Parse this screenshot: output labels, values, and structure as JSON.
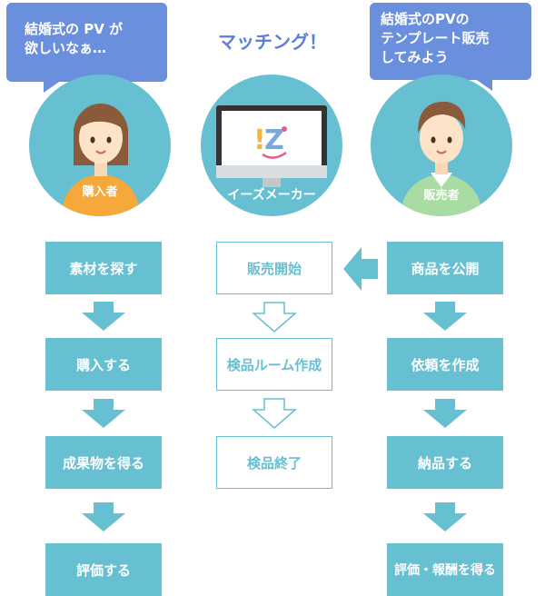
{
  "header": {
    "title": "マッチング！"
  },
  "buyer": {
    "speech": [
      "結婚式の PV が",
      "欲しいなぁ…"
    ],
    "label": "購入者",
    "steps": [
      "素材を探す",
      "購入する",
      "成果物を得る",
      "評価する"
    ]
  },
  "platform": {
    "logo_text": "!Z",
    "label": "イーズメーカー",
    "steps": [
      "販売開始",
      "検品ルーム作成",
      "検品終了"
    ]
  },
  "seller": {
    "speech": [
      "結婚式のPVの",
      "テンプレート販売",
      "してみよう"
    ],
    "label": "販売者",
    "steps": [
      "商品を公開",
      "依頼を作成",
      "納品する",
      "評価・報酬を得る"
    ]
  },
  "colors": {
    "teal": "#67bfd2",
    "bubble": "#6a8fdc",
    "buyer_shirt": "#f6a83a",
    "seller_shirt": "#a8dca2"
  }
}
